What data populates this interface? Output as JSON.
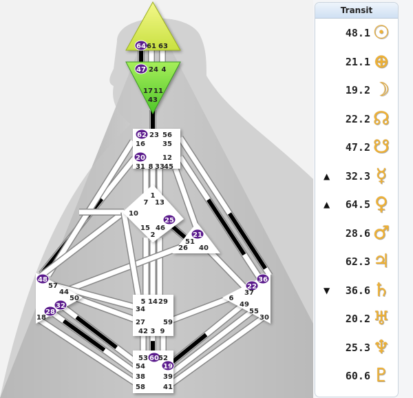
{
  "centers": {
    "head": {
      "gates": [
        "64",
        "61",
        "63"
      ],
      "active": [
        "64"
      ]
    },
    "ajna": {
      "gates": [
        "47",
        "24",
        "4",
        "17",
        "11",
        "43"
      ],
      "active": [
        "47"
      ]
    },
    "throat": {
      "gates": [
        "62",
        "23",
        "56",
        "16",
        "35",
        "20",
        "12",
        "31",
        "8",
        "33",
        "45"
      ],
      "active": [
        "62",
        "20"
      ]
    },
    "g": {
      "gates": [
        "1",
        "7",
        "13",
        "10",
        "25",
        "15",
        "46",
        "2"
      ],
      "active": [
        "25"
      ]
    },
    "heart": {
      "gates": [
        "21",
        "51",
        "26",
        "40"
      ],
      "active": [
        "21"
      ]
    },
    "spleen": {
      "gates": [
        "48",
        "57",
        "44",
        "50",
        "32",
        "28",
        "18"
      ],
      "active": [
        "48",
        "32",
        "28"
      ]
    },
    "solar_plexus": {
      "gates": [
        "36",
        "22",
        "37",
        "6",
        "49",
        "55",
        "30"
      ],
      "active": [
        "36",
        "22"
      ]
    },
    "sacral": {
      "gates": [
        "5",
        "14",
        "29",
        "34",
        "27",
        "59",
        "42",
        "3",
        "9"
      ],
      "active": []
    },
    "root": {
      "gates": [
        "53",
        "60",
        "52",
        "54",
        "19",
        "38",
        "39",
        "58",
        "41"
      ],
      "active": [
        "60",
        "19"
      ]
    }
  },
  "colors": {
    "active_gate": "#5a1a8c",
    "head": "#e6f06a",
    "ajna": "#7edc3c",
    "channel": "#ffffff",
    "defined": "#000000",
    "glyph": "#f0b132"
  },
  "transit": {
    "title": "Transit",
    "rows": [
      {
        "arrow": "",
        "value": "48.1",
        "planet": "sun-icon",
        "glyph": "☉"
      },
      {
        "arrow": "",
        "value": "21.1",
        "planet": "earth-icon",
        "glyph": "⊕"
      },
      {
        "arrow": "",
        "value": "19.2",
        "planet": "moon-icon",
        "glyph": "☽"
      },
      {
        "arrow": "",
        "value": "22.2",
        "planet": "north-node-icon",
        "glyph": "☊"
      },
      {
        "arrow": "",
        "value": "47.2",
        "planet": "south-node-icon",
        "glyph": "☋"
      },
      {
        "arrow": "▲",
        "value": "32.3",
        "planet": "mercury-icon",
        "glyph": "☿"
      },
      {
        "arrow": "▲",
        "value": "64.5",
        "planet": "venus-icon",
        "glyph": "♀"
      },
      {
        "arrow": "",
        "value": "28.6",
        "planet": "mars-icon",
        "glyph": "♂"
      },
      {
        "arrow": "",
        "value": "62.3",
        "planet": "jupiter-icon",
        "glyph": "♃"
      },
      {
        "arrow": "▼",
        "value": "36.6",
        "planet": "saturn-icon",
        "glyph": "♄"
      },
      {
        "arrow": "",
        "value": "20.2",
        "planet": "uranus-icon",
        "glyph": "♅"
      },
      {
        "arrow": "",
        "value": "25.3",
        "planet": "neptune-icon",
        "glyph": "♆"
      },
      {
        "arrow": "",
        "value": "60.6",
        "planet": "pluto-icon",
        "glyph": "♇"
      }
    ]
  }
}
